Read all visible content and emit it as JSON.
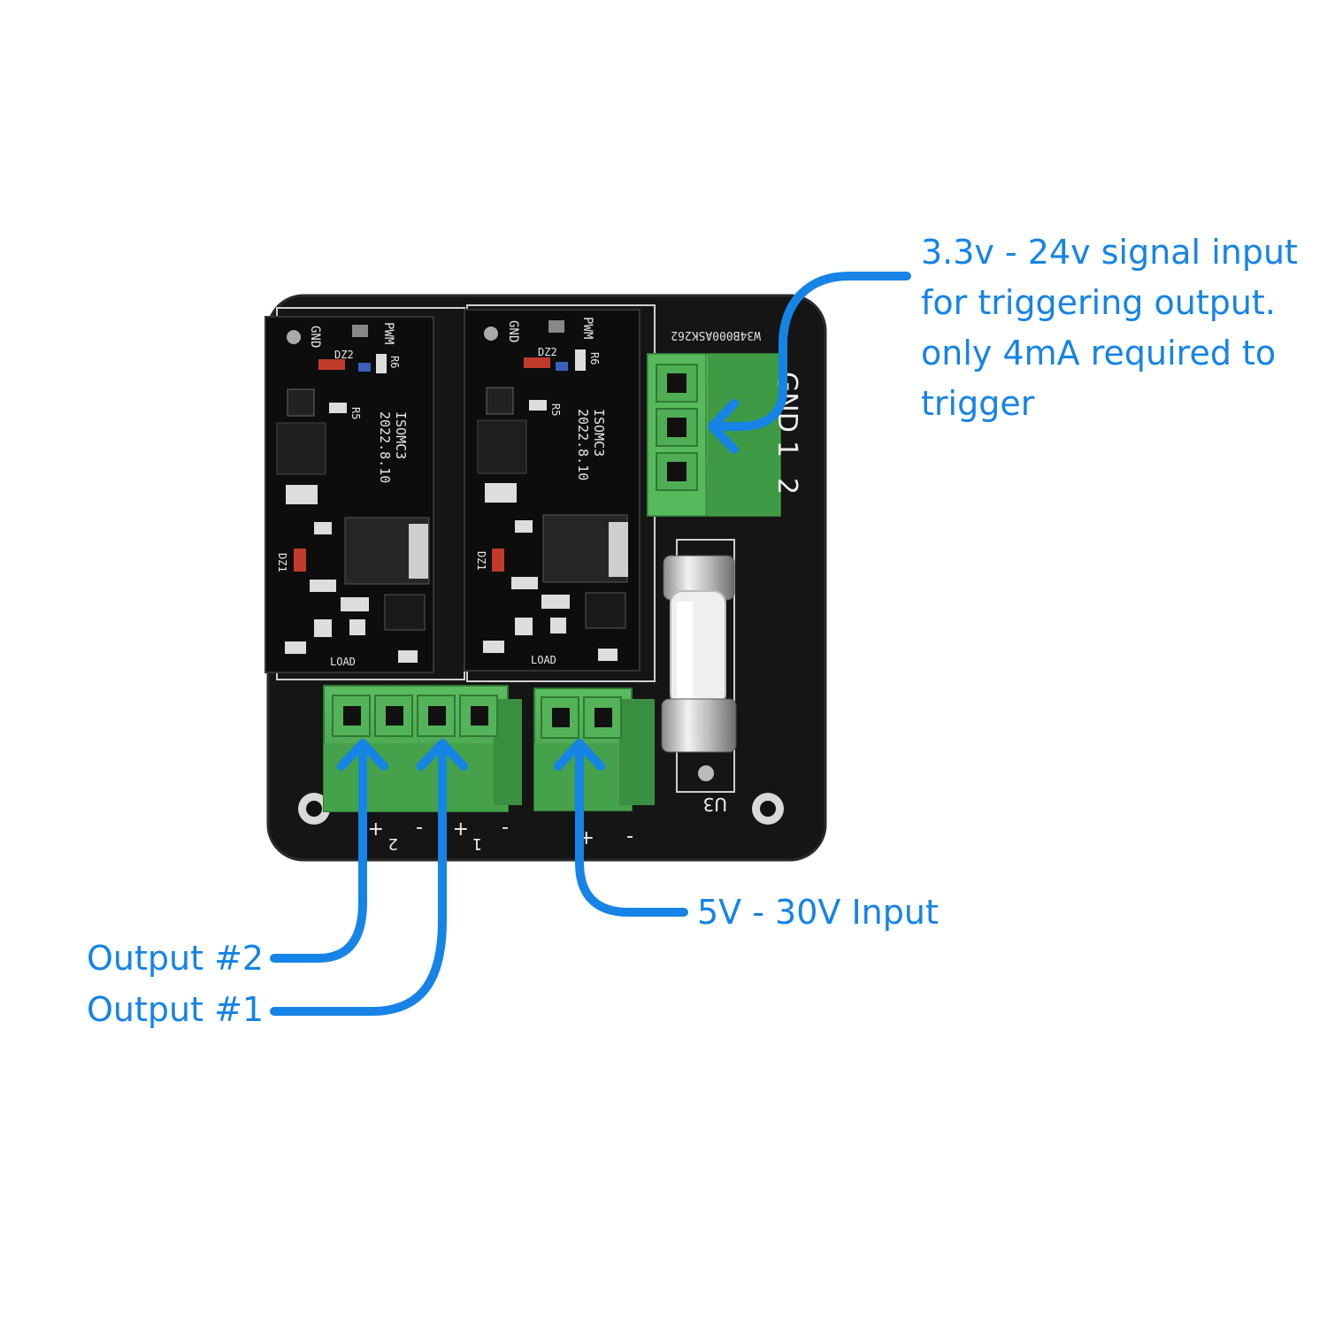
{
  "annotations": {
    "signal_input": {
      "lines": [
        "3.3v - 24v signal input",
        "for triggering output.",
        "only 4mA required to",
        "trigger"
      ]
    },
    "power_input": {
      "label": "5V - 30V Input"
    },
    "output_2": {
      "label": "Output #2"
    },
    "output_1": {
      "label": "Output #1"
    }
  },
  "board": {
    "module_left": {
      "pins": [
        "GND",
        "PWM"
      ],
      "refs": [
        "DZ2",
        "R6",
        "R5",
        "DZ1"
      ],
      "marking": [
        "ISOMC3",
        "2022.8.10"
      ],
      "load": "LOAD"
    },
    "module_right": {
      "pins": [
        "GND",
        "PWM"
      ],
      "refs": [
        "DZ2",
        "R6",
        "R5",
        "DZ1"
      ],
      "marking": [
        "ISOMC3",
        "2022.8.10"
      ],
      "load": "LOAD"
    },
    "serial": "W34B000ASK262",
    "signal_header": [
      "GND",
      "1",
      "2"
    ],
    "output_terminal_markings": [
      "+",
      "-",
      "+",
      "-"
    ],
    "output_channel_numbers": [
      "2",
      "1"
    ],
    "power_terminal_markings": [
      "+",
      "-"
    ],
    "fuse_ref": "U3"
  },
  "colors": {
    "accent": "#1584e6",
    "pcb": "#141414",
    "terminal": "#4aa84f"
  }
}
